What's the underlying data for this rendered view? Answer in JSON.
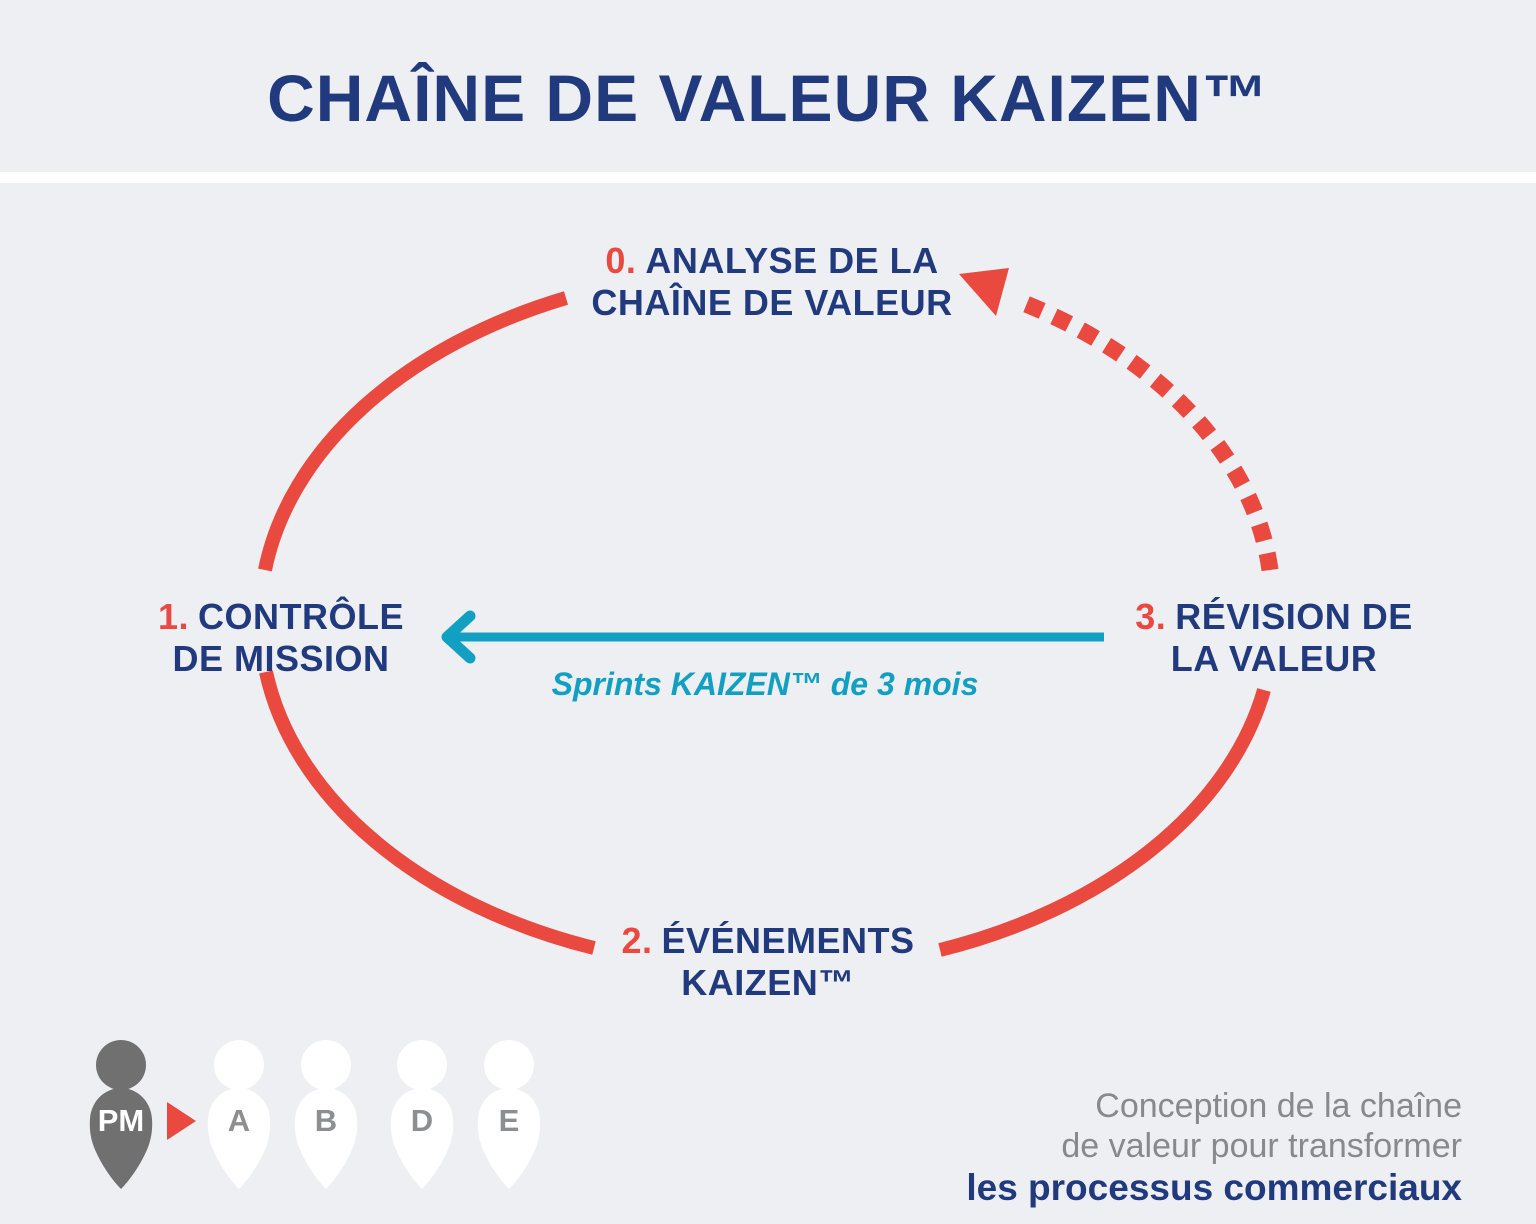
{
  "title": "CHAÎNE DE VALEUR KAIZEN™",
  "colors": {
    "background": "#EDEFF3",
    "navy": "#203A7D",
    "red": "#E9493F",
    "teal": "#12A0C2",
    "caption_gray": "#87898C",
    "figure_gray": "#707070",
    "figure_white": "#FFFFFF"
  },
  "cycle": {
    "steps": [
      {
        "number": "0.",
        "line1": "ANALYSE DE LA",
        "line2": "CHAÎNE DE VALEUR"
      },
      {
        "number": "1.",
        "line1": "CONTRÔLE",
        "line2": "DE MISSION"
      },
      {
        "number": "2.",
        "line1": "ÉVÉNEMENTS",
        "line2": "KAIZEN™"
      },
      {
        "number": "3.",
        "line1": "RÉVISION DE",
        "line2": "LA VALEUR"
      }
    ],
    "sprint_arrow_label": "Sprints KAIZEN™ de 3 mois"
  },
  "team": {
    "manager": "PM",
    "members": [
      "A",
      "B",
      "D",
      "E"
    ]
  },
  "caption": {
    "line1": "Conception de la chaîne",
    "line2": "de valeur pour transformer",
    "line3_bold": "les processus commerciaux"
  }
}
